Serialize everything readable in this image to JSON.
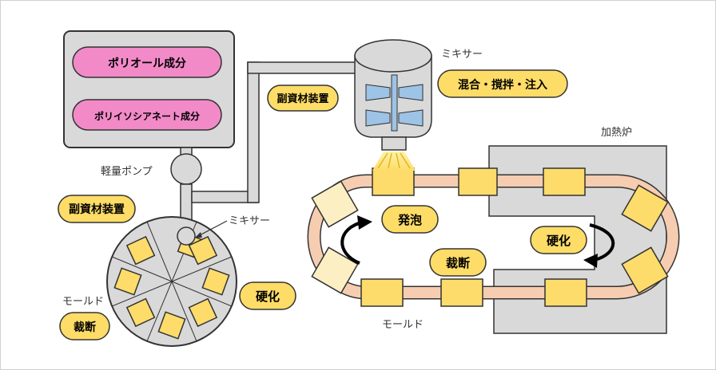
{
  "tanks": [
    {
      "label": "ポリオール成分",
      "color": "#f28ac8"
    },
    {
      "label": "ポリイソシアネート成分",
      "color": "#f28ac8"
    }
  ],
  "labels": {
    "pump": "軽量ポンプ",
    "mixer_small": "ミキサー",
    "mixer_large": "ミキサー",
    "oven": "加熱炉",
    "mold_left": "モールド",
    "mold_bottom": "モールド"
  },
  "badges": {
    "aux_top": "副資材装置",
    "aux_left": "副資材装置",
    "mix_steps": "混合・撹拌・注入",
    "foam": "発泡",
    "cure_right": "硬化",
    "cut_right": "裁断",
    "cure_left": "硬化",
    "cut_left": "裁断"
  },
  "colors": {
    "badge_fill": "#fddc67",
    "block_fill": "#fddc6b",
    "block_light": "#fdefc4",
    "conveyor": "#f6cdb0",
    "equipment": "#d9d9d9",
    "mixer_blade": "#9dc3e6",
    "outline": "#333333"
  }
}
